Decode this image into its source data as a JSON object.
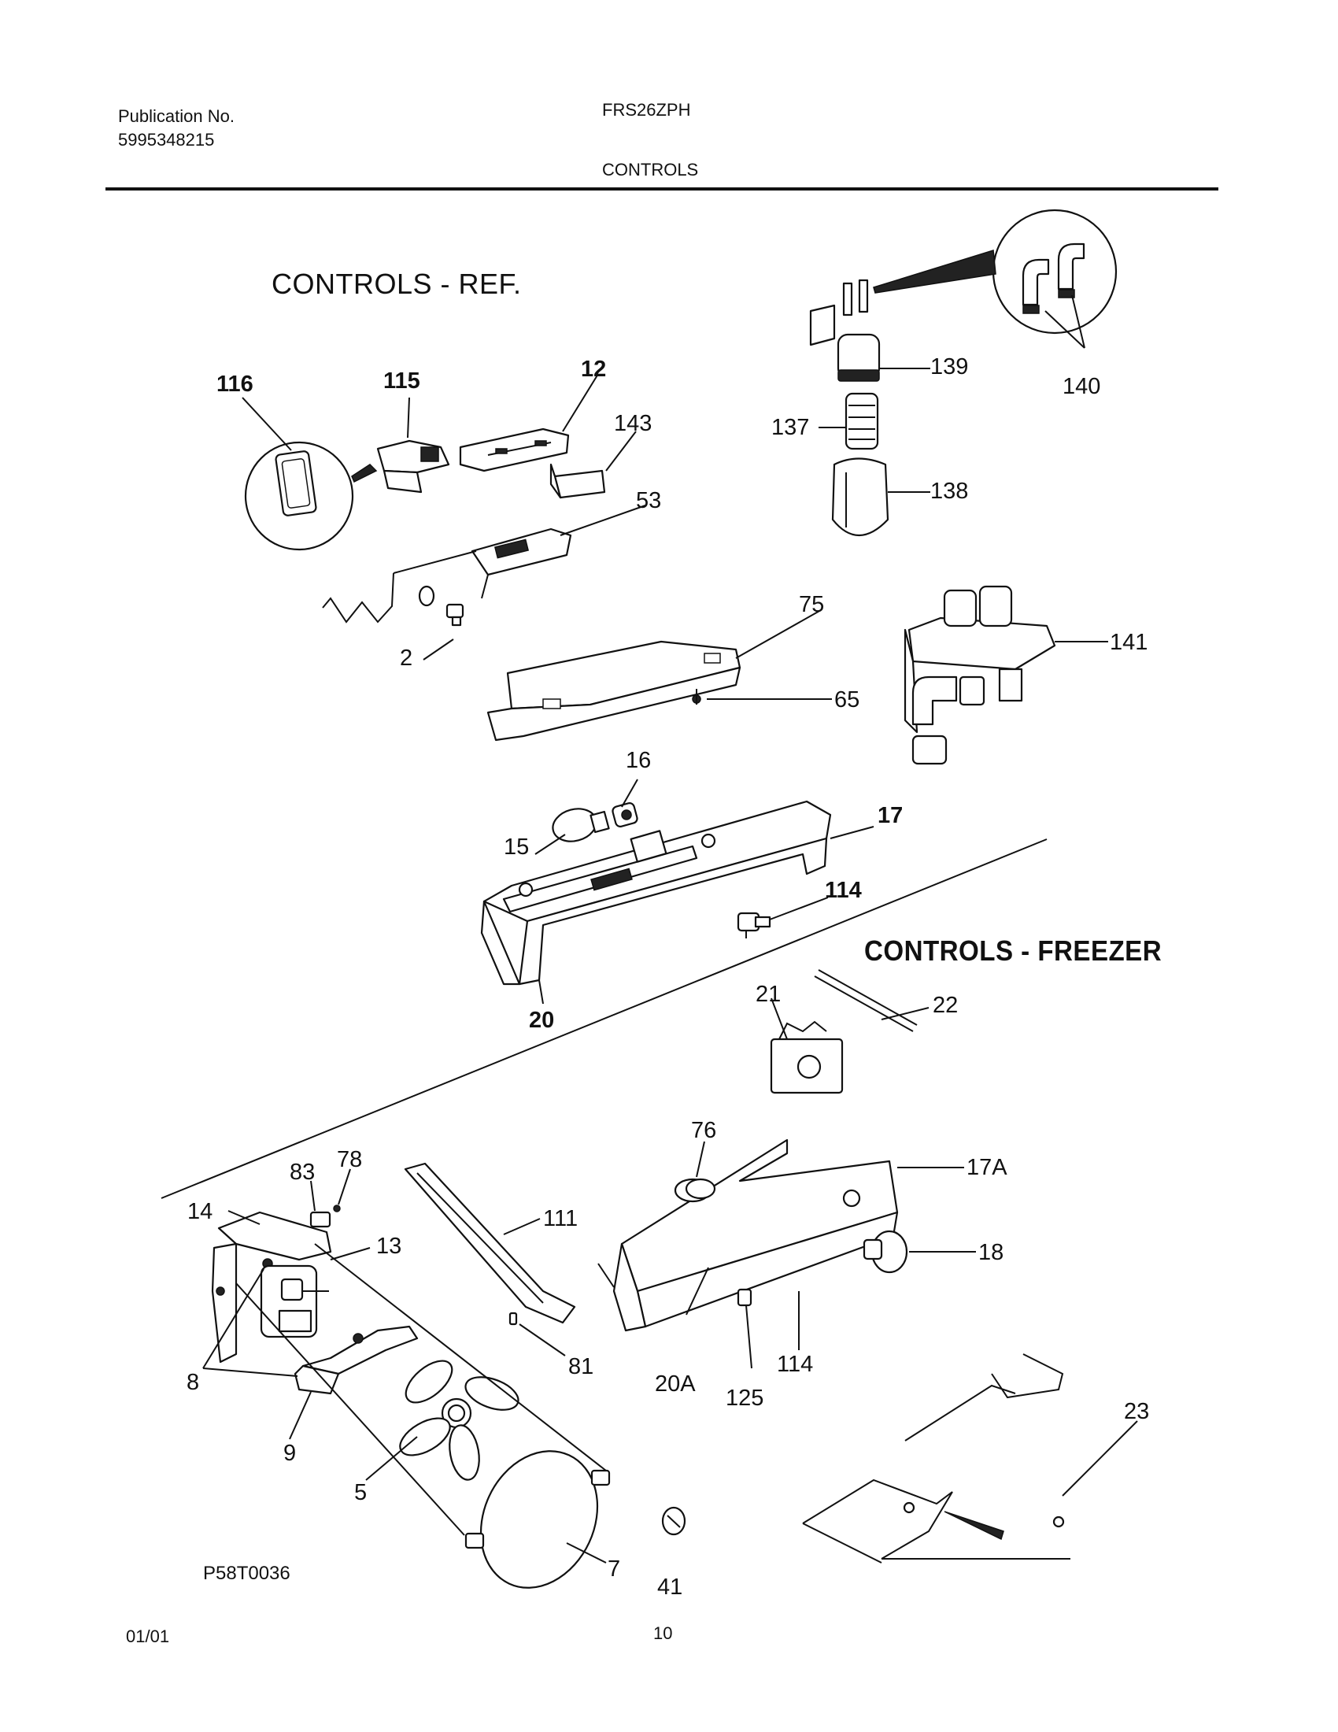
{
  "header": {
    "publication_label": "Publication No.",
    "publication_number": "5995348215",
    "model": "FRS26ZPH",
    "section": "CONTROLS"
  },
  "sections": {
    "ref": "CONTROLS - REF.",
    "freezer": "CONTROLS - FREEZER"
  },
  "parts": [
    "116",
    "115",
    "12",
    "143",
    "53",
    "2",
    "75",
    "65",
    "139",
    "140",
    "137",
    "138",
    "141",
    "16",
    "17",
    "15",
    "114",
    "20",
    "21",
    "22",
    "76",
    "17A",
    "78",
    "83",
    "14",
    "13",
    "111",
    "18",
    "8",
    "81",
    "20A",
    "114",
    "125",
    "9",
    "23",
    "5",
    "7",
    "41"
  ],
  "drawing_number": "P58T0036",
  "footer": {
    "date": "01/01",
    "page": "10"
  }
}
